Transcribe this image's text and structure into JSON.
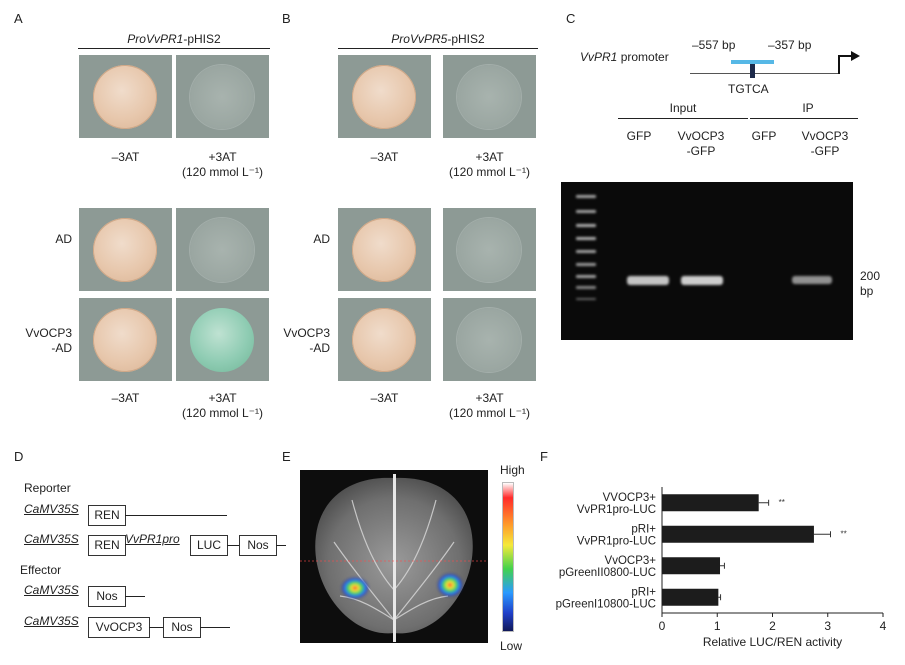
{
  "panel_labels": {
    "a": "A",
    "b": "B",
    "c": "C",
    "d": "D",
    "e": "E",
    "f": "F"
  },
  "panel_a": {
    "header_italic": "ProVvPR1",
    "header_suffix": "-pHIS2",
    "minus_label": "–3AT",
    "plus_label": "+3AT",
    "plus_conc": "(120 mmol L⁻¹)",
    "row_ad": "AD",
    "row_ocp3_line1": "VvOCP3",
    "row_ocp3_line2": "-AD"
  },
  "panel_b": {
    "header_italic": "ProVvPR5",
    "header_suffix": "-pHIS2",
    "minus_label": "–3AT",
    "plus_label": "+3AT",
    "plus_conc": "(120 mmol L⁻¹)",
    "row_ad": "AD",
    "row_ocp3_line1": "VvOCP3",
    "row_ocp3_line2": "-AD"
  },
  "panel_c": {
    "promoter_italic": "VvPR1",
    "promoter_suffix": " promoter",
    "pos1": "–557 bp",
    "pos2": "–357 bp",
    "motif": "TGTCA",
    "group_input": "Input",
    "group_ip": "IP",
    "lane1": "GFP",
    "lane2_line1": "VvOCP3",
    "lane2_line2": "-GFP",
    "lane3": "GFP",
    "lane4_line1": "VvOCP3",
    "lane4_line2": "-GFP",
    "size_line1": "200",
    "size_line2": "bp"
  },
  "panel_d": {
    "reporter_title": "Reporter",
    "effector_title": "Effector",
    "promoter": "CaMV35S",
    "ren": "REN",
    "vvpr1pro": "VvPR1pro",
    "luc": "LUC",
    "nos": "Nos",
    "vvocp3": "VvOCP3"
  },
  "panel_e": {
    "high": "High",
    "low": "Low"
  },
  "chart_data": {
    "type": "bar",
    "orientation": "horizontal",
    "categories": [
      "VVOCP3+ VvPR1pro-LUC",
      "pRI+ VvPR1pro-LUC",
      "VvOCP3+ pGreenII0800-LUC",
      "pRI+ pGreenI10800-LUC"
    ],
    "category_lines": [
      [
        "VVOCP3+",
        "VvPR1pro-LUC"
      ],
      [
        "pRI+",
        "VvPR1pro-LUC"
      ],
      [
        "VvOCP3+",
        "pGreenII0800-LUC"
      ],
      [
        "pRI+",
        "pGreenI10800-LUC"
      ]
    ],
    "values": [
      1.75,
      2.75,
      1.05,
      1.02
    ],
    "errors": [
      0.18,
      0.3,
      0.08,
      0.04
    ],
    "annotations": [
      "**",
      "**",
      "",
      ""
    ],
    "xlabel": "Relative LUC/REN activity",
    "xlim": [
      0,
      4
    ],
    "xticks": [
      0,
      1,
      2,
      3,
      4
    ],
    "bar_color": "#1c1c1c"
  }
}
